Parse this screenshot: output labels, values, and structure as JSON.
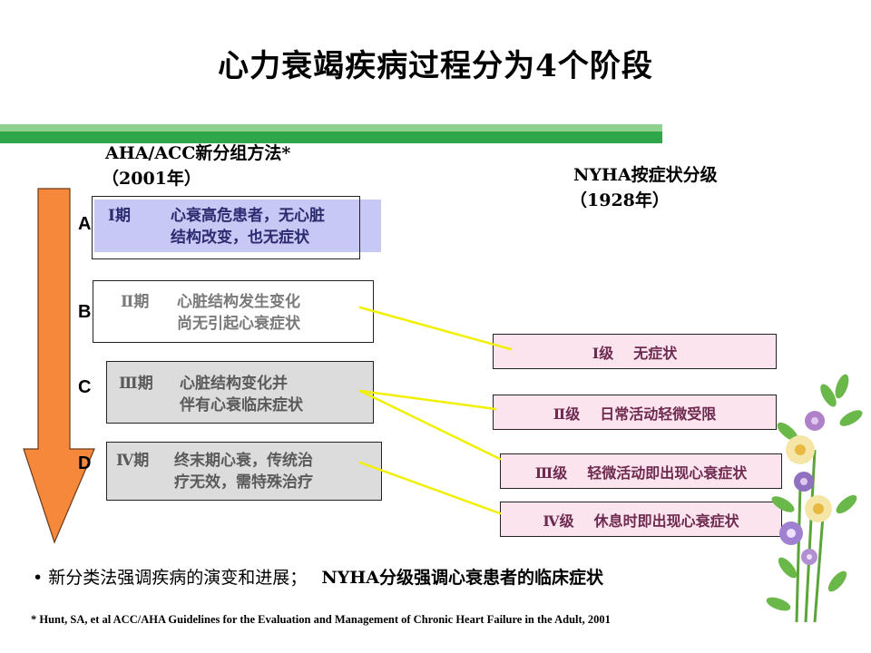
{
  "title": "心力衰竭疾病过程分为4个阶段",
  "aha": {
    "heading": "AHA/ACC新分组方法*",
    "year": "（2001年）"
  },
  "nyha": {
    "heading": "NYHA按症状分级",
    "year": "（1928年）"
  },
  "stage_letters": [
    "A",
    "B",
    "C",
    "D"
  ],
  "stages": [
    {
      "label": "Ⅰ期",
      "line1": "心衰高危患者，无心脏",
      "line2": "结构改变，也无症状"
    },
    {
      "label": "Ⅱ期",
      "line1": "心脏结构发生变化",
      "line2": "尚无引起心衰症状"
    },
    {
      "label": "Ⅲ期",
      "line1": "心脏结构变化并",
      "line2": "伴有心衰临床症状"
    },
    {
      "label": "Ⅳ期",
      "line1": "终末期心衰，传统治",
      "line2": "疗无效，需特殊治疗"
    }
  ],
  "classes": [
    {
      "label": "Ⅰ级",
      "text": "无症状"
    },
    {
      "label": "Ⅱ级",
      "text": "日常活动轻微受限"
    },
    {
      "label": "Ⅲ级",
      "text": "轻微活动即出现心衰症状"
    },
    {
      "label": "Ⅳ级",
      "text": "休息时即出现心衰症状"
    }
  ],
  "note": {
    "bullet": "•",
    "part1": "新分类法强调疾病的演变和进展；",
    "part2": "NYHA分级强调心衰患者的临床症状"
  },
  "reference": "* Hunt, SA, et al  ACC/AHA Guidelines for the Evaluation and Management of Chronic Heart Failure in the Adult, 2001",
  "colors": {
    "title_bar_light": "#8fd18f",
    "title_bar_dark": "#2ea64a",
    "arrow": "#f5883a",
    "stage1_fill": "#c8c8f5",
    "stage_gray_fill": "#dcdcdc",
    "class_fill": "#fce4ee",
    "connector": "#f0f000"
  }
}
